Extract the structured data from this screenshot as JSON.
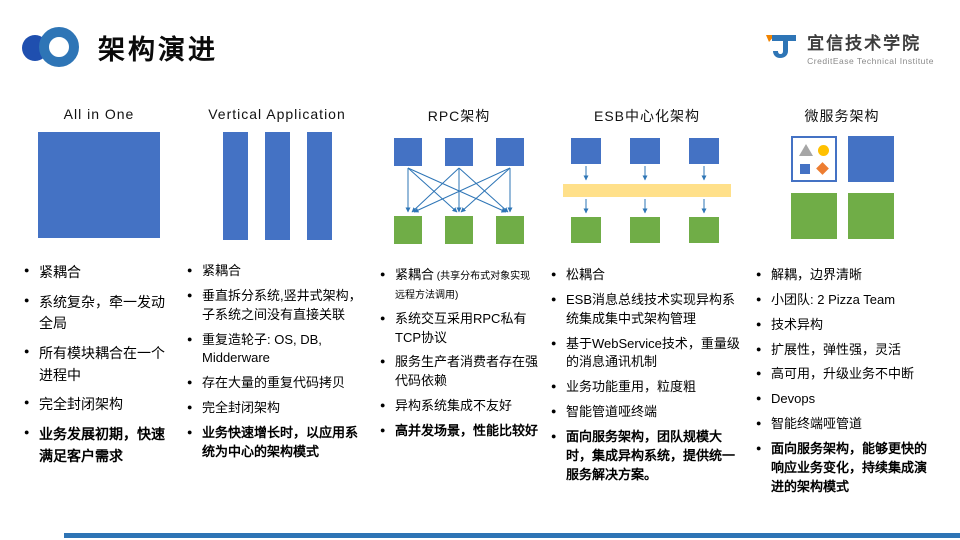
{
  "header": {
    "title": "架构演进",
    "brand_cn": "宜信技术学院",
    "brand_en": "CreditEase Technical Institute"
  },
  "colors": {
    "blue": "#4472C4",
    "green": "#70AD47",
    "yellow": "#FFE08A",
    "arrow": "#2E75B6",
    "accent": "#2E74B5",
    "logo-dark": "#1F4FAF",
    "logo-light": "#2E75B6",
    "brand-orange": "#F08300"
  },
  "columns": [
    {
      "title": "All in One",
      "diagram": "monolith",
      "bullets": [
        {
          "text": "紧耦合"
        },
        {
          "text": "系统复杂，牵一发动全局"
        },
        {
          "text": "所有模块耦合在一个进程中"
        },
        {
          "text": "完全封闭架构"
        },
        {
          "text": "业务发展初期，快速满足客户需求",
          "bold": true
        }
      ]
    },
    {
      "title": "Vertical Application",
      "diagram": "vertical",
      "bullets": [
        {
          "text": "紧耦合"
        },
        {
          "text": "垂直拆分系统,竖井式架构，子系统之间没有直接关联"
        },
        {
          "text": "重复造轮子: OS, DB, Midderware"
        },
        {
          "text": "存在大量的重复代码拷贝"
        },
        {
          "text": "完全封闭架构"
        },
        {
          "text": "业务快速增长时，以应用系统为中心的架构模式",
          "bold": true
        }
      ]
    },
    {
      "title": "RPC架构",
      "diagram": "rpc",
      "bullets": [
        {
          "text": "紧耦合",
          "note": "共享分布式对象实现远程方法调用"
        },
        {
          "text": "系统交互采用RPC私有TCP协议"
        },
        {
          "text": "服务生产者消费者存在强代码依赖"
        },
        {
          "text": "异构系统集成不友好"
        },
        {
          "text": "高并发场景，性能比较好",
          "bold": true
        }
      ]
    },
    {
      "title": "ESB中心化架构",
      "diagram": "esb",
      "bullets": [
        {
          "text": "松耦合"
        },
        {
          "text": "ESB消息总线技术实现异构系统集成集中式架构管理"
        },
        {
          "text": "基于WebService技术，重量级的消息通讯机制"
        },
        {
          "text": "业务功能重用，粒度粗"
        },
        {
          "text": "智能管道哑终端"
        },
        {
          "text": "面向服务架构，团队规模大时，集成异构系统，提供统一服务解决方案。",
          "bold": true
        }
      ]
    },
    {
      "title": "微服务架构",
      "diagram": "micro",
      "bullets": [
        {
          "text": "解耦，边界清晰"
        },
        {
          "text": "小团队: 2 Pizza Team"
        },
        {
          "text": "技术异构"
        },
        {
          "text": "扩展性，弹性强，灵活"
        },
        {
          "text": "高可用，升级业务不中断"
        },
        {
          "text": "Devops"
        },
        {
          "text": "智能终端哑管道"
        },
        {
          "text": "面向服务架构，能够更快的响应业务变化，持续集成演进的架构模式",
          "bold": true
        }
      ]
    }
  ]
}
